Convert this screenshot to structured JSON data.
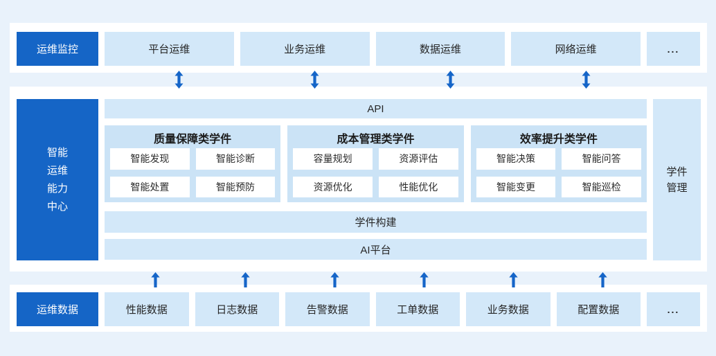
{
  "colors": {
    "background": "#e9f2fb",
    "panel": "#ffffff",
    "accent_dark_blue": "#1565c6",
    "light_blue_box": "#d3e8f9",
    "group_fill": "#cbe3f6",
    "arrow_blue": "#1565c8",
    "text_dark": "#262626"
  },
  "top_row": {
    "label": "运维监控",
    "items": [
      "平台运维",
      "业务运维",
      "数据运维",
      "网络运维"
    ],
    "more": "..."
  },
  "center": {
    "side_label_lines": [
      "智能",
      "运维",
      "能力",
      "中心"
    ],
    "api_label": "API",
    "groups": [
      {
        "title": "质量保障类学件",
        "items": [
          "智能发现",
          "智能诊断",
          "智能处置",
          "智能预防"
        ]
      },
      {
        "title": "成本管理类学件",
        "items": [
          "容量规划",
          "资源评估",
          "资源优化",
          "性能优化"
        ]
      },
      {
        "title": "效率提升类学件",
        "items": [
          "智能决策",
          "智能问答",
          "智能变更",
          "智能巡检"
        ]
      }
    ],
    "build_label": "学件构建",
    "ai_label": "AI平台",
    "right_label_lines": [
      "学件",
      "管理"
    ]
  },
  "bottom_row": {
    "label": "运维数据",
    "items": [
      "性能数据",
      "日志数据",
      "告警数据",
      "工单数据",
      "业务数据",
      "配置数据"
    ],
    "more": "..."
  }
}
